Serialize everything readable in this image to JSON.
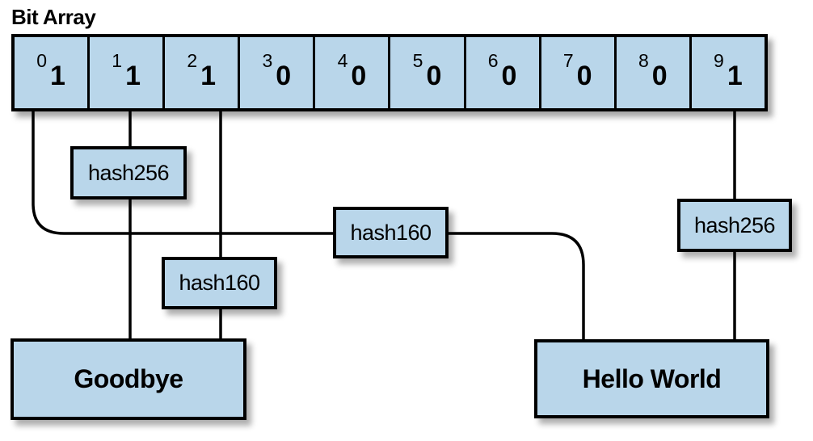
{
  "title": "Bit Array",
  "colors": {
    "box_fill": "#b9d6ea",
    "line_color": "#000000",
    "background": "#ffffff"
  },
  "bit_array": {
    "cells": [
      {
        "index": "0",
        "value": "1"
      },
      {
        "index": "1",
        "value": "1"
      },
      {
        "index": "2",
        "value": "1"
      },
      {
        "index": "3",
        "value": "0"
      },
      {
        "index": "4",
        "value": "0"
      },
      {
        "index": "5",
        "value": "0"
      },
      {
        "index": "6",
        "value": "0"
      },
      {
        "index": "7",
        "value": "0"
      },
      {
        "index": "8",
        "value": "0"
      },
      {
        "index": "9",
        "value": "1"
      }
    ]
  },
  "hash_boxes": {
    "hash256_left": {
      "label": "hash256"
    },
    "hash160_left": {
      "label": "hash160"
    },
    "hash160_mid": {
      "label": "hash160"
    },
    "hash256_right": {
      "label": "hash256"
    }
  },
  "items": {
    "goodbye": {
      "label": "Goodbye"
    },
    "hello_world": {
      "label": "Hello World"
    }
  }
}
